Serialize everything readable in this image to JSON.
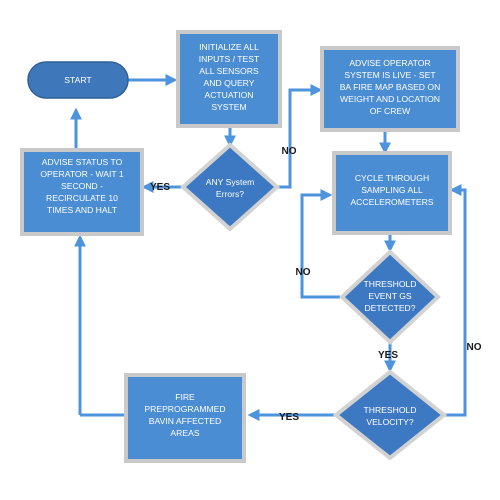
{
  "nodes": {
    "start": {
      "lines": [
        "START"
      ]
    },
    "init": {
      "lines": [
        "INITIALIZE ALL",
        "INPUTS / TEST",
        "ALL SENSORS",
        "AND QUERY",
        "ACTUATION",
        "SYSTEM"
      ]
    },
    "system_errors": {
      "lines": [
        "ANY System",
        "Errors?"
      ]
    },
    "advise_status": {
      "lines": [
        "ADVISE STATUS TO",
        "OPERATOR - WAIT 1",
        "SECOND -",
        "RECIRCULATE 10",
        "TIMES AND HALT"
      ]
    },
    "advise_live": {
      "lines": [
        "ADVISE OPERATOR",
        "SYSTEM IS LIVE - SET",
        "BA FIRE MAP BASED ON",
        "WEIGHT AND LOCATION",
        "OF CREW"
      ]
    },
    "cycle": {
      "lines": [
        "CYCLE THROUGH",
        "SAMPLING ALL",
        "ACCELEROMETERS"
      ]
    },
    "threshold_gs": {
      "lines": [
        "THRESHOLD",
        "EVENT GS",
        "DETECTED?"
      ]
    },
    "threshold_velocity": {
      "lines": [
        "THRESHOLD",
        "VELOCITY?"
      ]
    },
    "fire": {
      "lines": [
        "FIRE",
        "PREPROGRAMMED",
        "BAVIN AFFECTED",
        "AREAS"
      ]
    }
  },
  "edge_labels": {
    "errors_yes": "YES",
    "errors_no": "NO",
    "gs_no": "NO",
    "gs_yes": "YES",
    "velocity_yes": "YES",
    "velocity_no": "NO"
  },
  "colors": {
    "node_fill": "#4a8dd3",
    "diamond_fill": "#3d78c2",
    "start_fill": "#3f78ba",
    "border": "#c9c9c9",
    "arrow": "#4e94dc"
  }
}
